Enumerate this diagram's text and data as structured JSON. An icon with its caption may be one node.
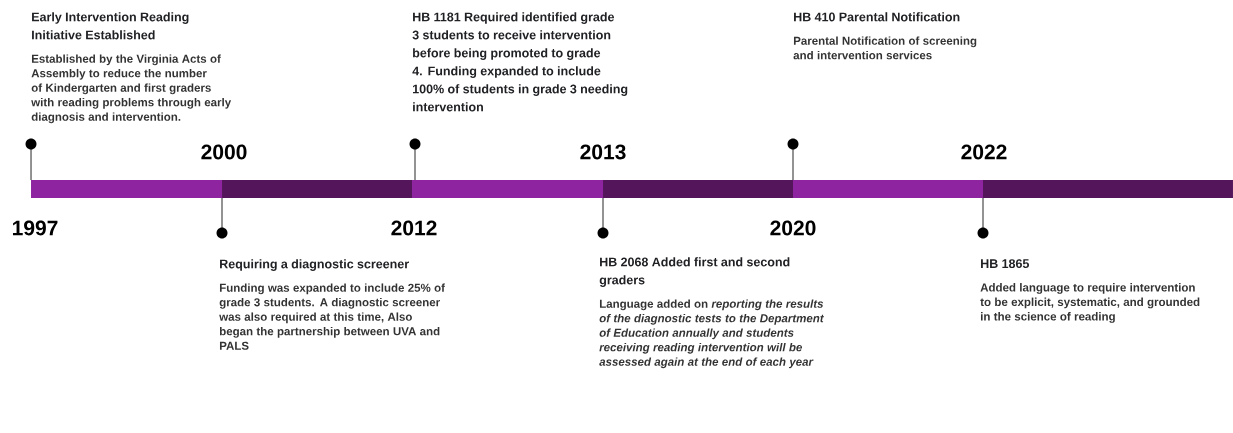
{
  "diagram": {
    "nodes": [
      {
        "text": [
          "Early Intervention Reading Initiative Established",
          "Established by the Virginia Acts of Assembly to  reduce the number of Kindergarten and first graders  with reading problems through early diagnosis and intervention."
        ]
      },
      {
        "text": [
          "Requiring a diagnostic screener",
          "Funding was expanded to include  25% of grade 3 students. A diagnostic screener was also required at this time, Also began the partnership between UVA and PALS"
        ]
      },
      {
        "text": [
          "HB 1181 Required identified grade 3 students  to receive intervention before being promoted to  grade  4. Funding expanded to include 100% of students in grade 3 needing intervention"
        ]
      },
      {
        "text": [
          "HB 2068 Added first and second graders",
          "Language added on *reporting the results of the diagnostic tests to the Department of Education annually and students receiving reading intervention will be assessed again at the end of each year*"
        ]
      },
      {
        "text": [
          "HB 410 Parental Notification",
          "Parental Notification of screening and intervention services"
        ]
      },
      {
        "text": [
          "HB 1865",
          "Added language to require intervention to be explicit, systematic, and grounded in the science of reading"
        ]
      }
    ],
    "labels": [
      "1997",
      "2000",
      "2012",
      "2013",
      "2020",
      "2022"
    ]
  }
}
